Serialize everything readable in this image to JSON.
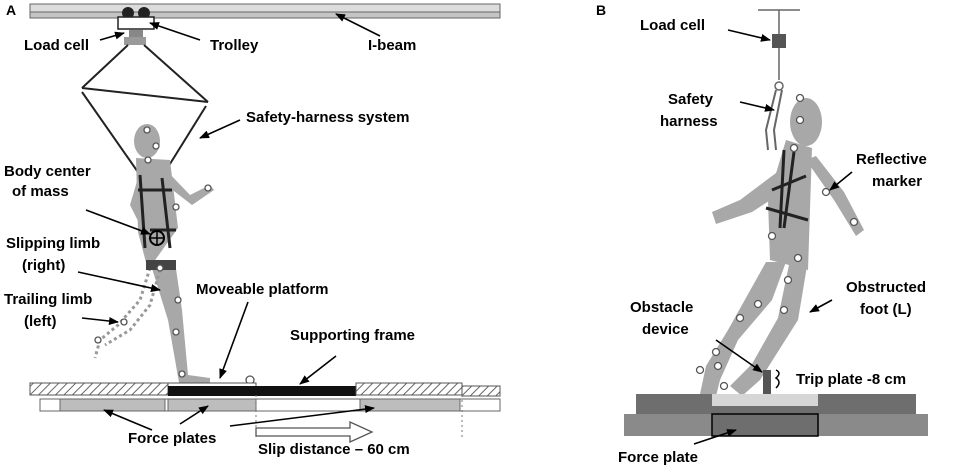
{
  "panel_a": {
    "letter": "A",
    "labels": {
      "load_cell": "Load cell",
      "trolley": "Trolley",
      "i_beam": "I-beam",
      "safety_harness_system": "Safety-harness system",
      "body_com_1": "Body center",
      "body_com_2": "of mass",
      "slipping_limb_1": "Slipping limb",
      "slipping_limb_2": "(right)",
      "trailing_limb_1": "Trailing limb",
      "trailing_limb_2": "(left)",
      "moveable_platform": "Moveable platform",
      "supporting_frame": "Supporting frame",
      "force_plates": "Force plates",
      "slip_distance": "Slip distance – 60 cm"
    }
  },
  "panel_b": {
    "letter": "B",
    "labels": {
      "load_cell": "Load cell",
      "safety_harness_1": "Safety",
      "safety_harness_2": "harness",
      "reflective_marker_1": "Reflective",
      "reflective_marker_2": "marker",
      "obstructed_foot_1": "Obstructed",
      "obstructed_foot_2": "foot (L)",
      "obstacle_device_1": "Obstacle",
      "obstacle_device_2": "device",
      "trip_plate": "Trip plate -8 cm",
      "force_plate": "Force plate"
    }
  },
  "colors": {
    "body": "#a8a8a8",
    "beam": "#dcdcdc",
    "platform": "#000000",
    "plate": "#bdbdbd"
  }
}
